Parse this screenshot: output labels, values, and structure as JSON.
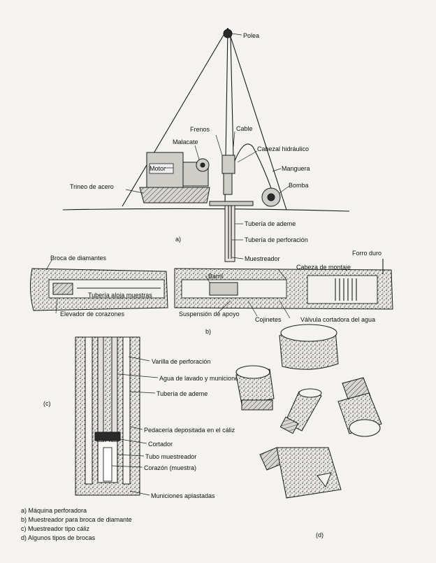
{
  "figure_a": {
    "labels": {
      "polea": "Polea",
      "frenos": "Frenos",
      "cable": "Cable",
      "malacate": "Malacate",
      "cabezal": "Cabezal hidráulico",
      "motor": "Motor",
      "manguera": "Manguera",
      "trineo": "Trineo de acero",
      "bomba": "Bomba",
      "tuberia_ademe": "Tubería de ademe",
      "tuberia_perforacion": "Tubería de perforación",
      "muestreador": "Muestreador"
    },
    "tag": "a)"
  },
  "figure_b": {
    "labels": {
      "broca": "Broca de diamantes",
      "forro": "Forro duro",
      "cabeza": "Cabeza de montaje",
      "barril": "Barril",
      "tuberia_aloja": "Tubería aloja muestras",
      "elevador": "Elevador de corazones",
      "suspension": "Suspensión de apoyo",
      "cojinetes": "Cojinetes",
      "valvula": "Válvula cortadora del agua"
    },
    "tag": "b)"
  },
  "figure_c": {
    "labels": {
      "varilla": "Varilla de perforación",
      "agua": "Agua de lavado y municiones",
      "tuberia_ademe": "Tubería de ademe",
      "pedaceria": "Pedacería depositada en el cáliz",
      "cortador": "Cortador",
      "tubo": "Tubo muestreador",
      "corazon": "Corazón (muestra)",
      "municiones": "Municiones aplastadas"
    },
    "tag": "(c)"
  },
  "figure_d": {
    "tag": "(d)"
  },
  "legend": [
    "a) Máquina perforadora",
    "b) Muestreador para broca de diamante",
    "c) Muestreador tipo cáliz",
    "d) Algunos tipos de brocas"
  ]
}
